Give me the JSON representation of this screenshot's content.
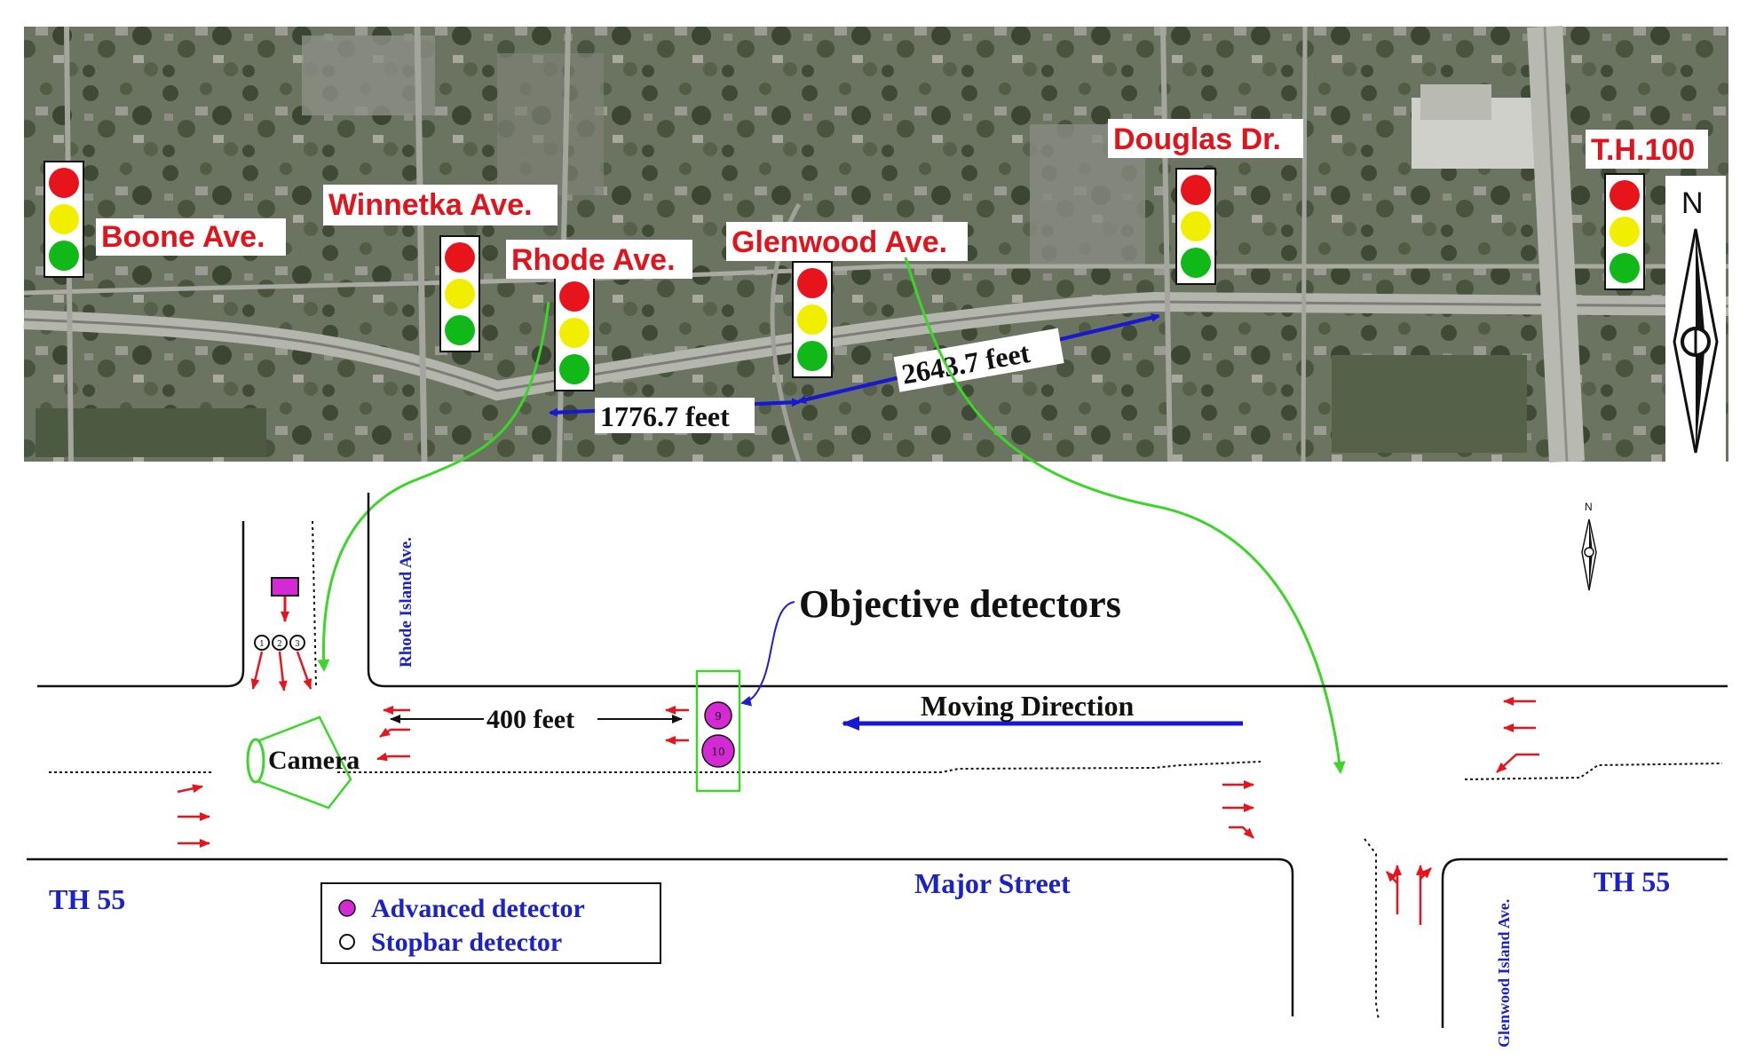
{
  "aerial": {
    "intersections": [
      {
        "id": "boone",
        "name": "Boone Ave."
      },
      {
        "id": "winnetka",
        "name": "Winnetka Ave."
      },
      {
        "id": "rhode",
        "name": "Rhode Ave."
      },
      {
        "id": "glenwood",
        "name": "Glenwood Ave."
      },
      {
        "id": "douglas",
        "name": "Douglas Dr."
      },
      {
        "id": "th100",
        "name": "T.H.100"
      }
    ],
    "distances": {
      "rhode_glenwood": "1776.7 feet",
      "glenwood_douglas": "2643.7 feet"
    },
    "north_label": "N"
  },
  "diagram": {
    "cross_street_left": "Rhode Island Ave.",
    "cross_street_right": "Glenwood Island Ave.",
    "objective_detectors": "Objective detectors",
    "moving_direction": "Moving Direction",
    "distance_400": "400 feet",
    "camera": "Camera",
    "major_street": "Major Street",
    "th55_left": "TH 55",
    "th55_right": "TH 55",
    "north_label": "N",
    "detector_numbers": [
      "9",
      "10"
    ],
    "stopbar_numbers": [
      "1",
      "2",
      "3"
    ]
  },
  "legend": {
    "advanced": "Advanced detector",
    "stopbar": "Stopbar detector"
  },
  "colors": {
    "label_red": "#e0141c",
    "arrow_blue": "#1818d0",
    "text_blue": "#1a22c8",
    "connector_green": "#3cd628",
    "detector_magenta": "#d32ad3",
    "turn_red": "#e8141c"
  }
}
